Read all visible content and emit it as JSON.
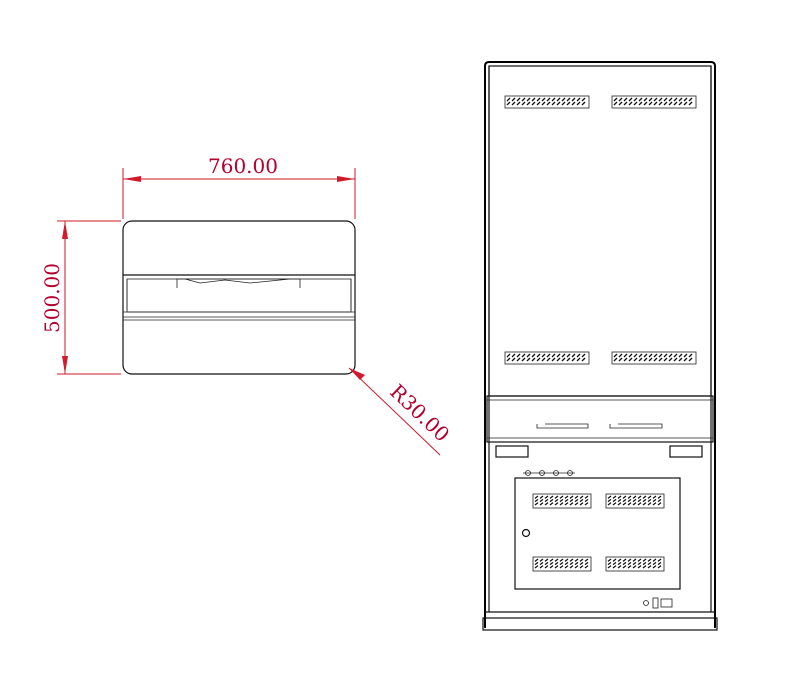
{
  "dimensions": {
    "width": "760.00",
    "depth": "500.00",
    "radius": "R30.00"
  },
  "colors": {
    "dimension": "#d11a2a",
    "outline": "#111111",
    "background": "#ffffff"
  }
}
